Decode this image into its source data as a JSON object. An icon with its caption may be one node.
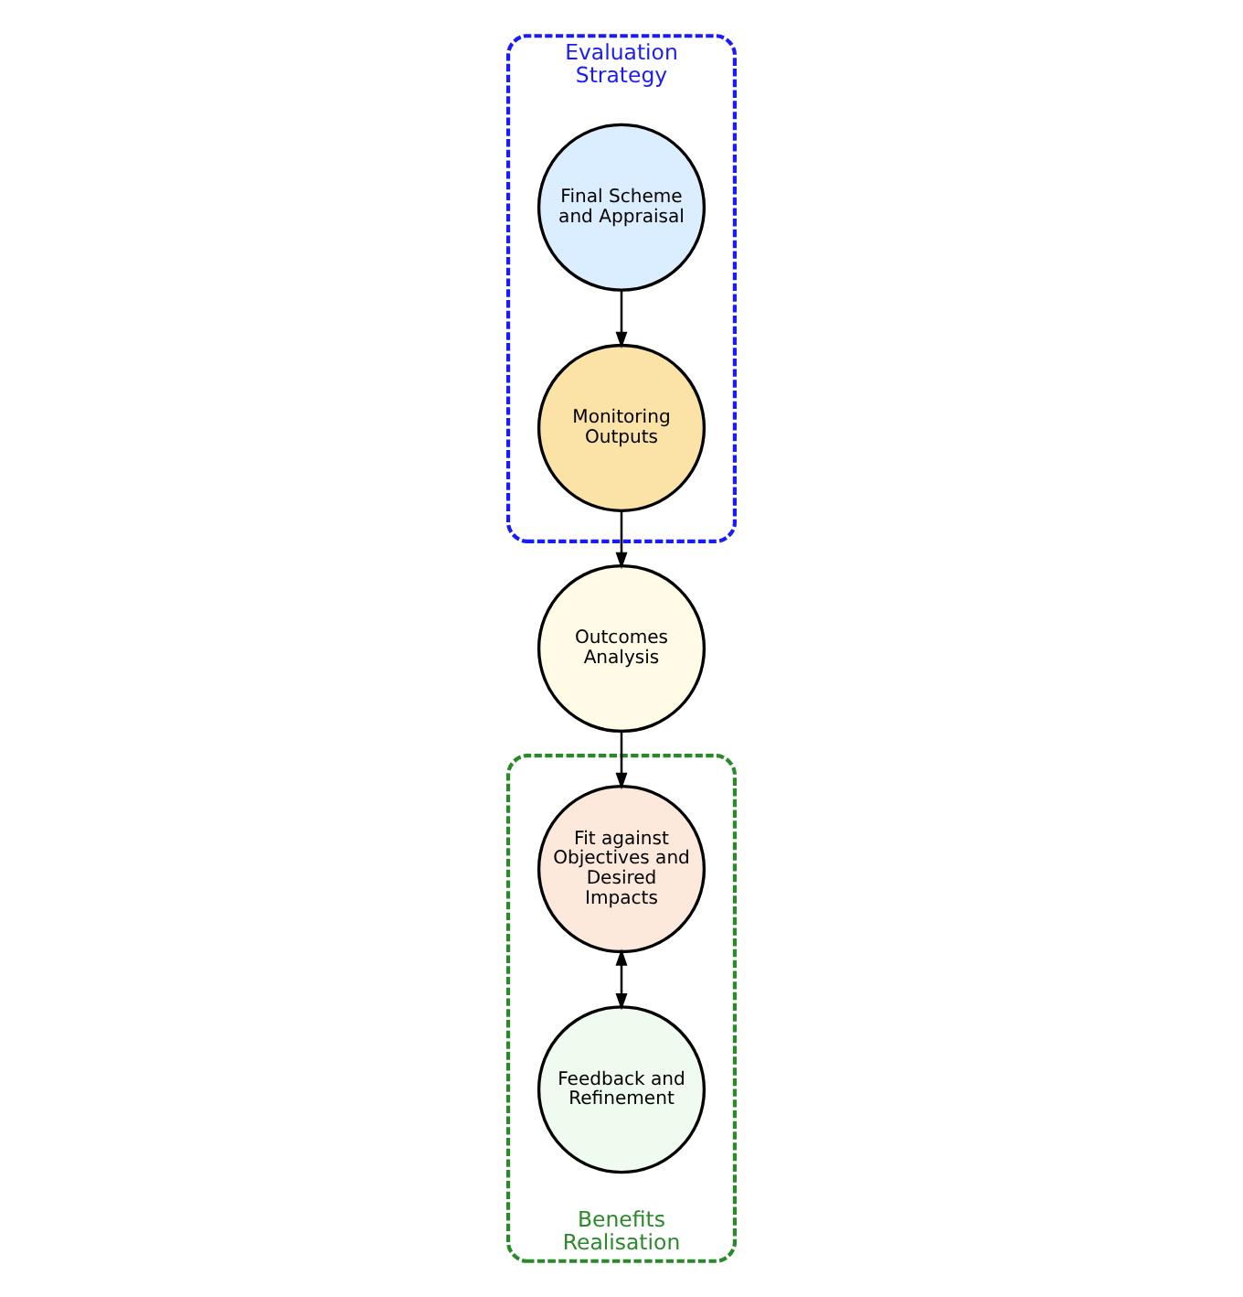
{
  "diagram": {
    "nodes": [
      {
        "text": [
          "Evaluation Strategy"
        ]
      },
      {
        "text": [
          "Final Scheme and Appraisal"
        ],
        "in": 0
      },
      {
        "text": [
          "Monitoring Outputs"
        ],
        "in": 0
      },
      {
        "text": [
          "Outcomes Analysis"
        ]
      },
      {
        "text": [
          "Benefits Realisation"
        ]
      },
      {
        "text": [
          "Feedback and Refinement"
        ],
        "in": 4
      },
      {
        "text": [
          "Fit against Objectives and Desired Impacts"
        ],
        "in": 4
      }
    ],
    "edges": [
      {
        "from": 1,
        "to": 2,
        "arrow": "to"
      },
      {
        "from": 2,
        "to": 3,
        "arrow": "to"
      },
      {
        "from": 3,
        "to": 6,
        "arrow": "to"
      },
      {
        "from": 6,
        "to": 5,
        "arrow": "both"
      }
    ]
  }
}
